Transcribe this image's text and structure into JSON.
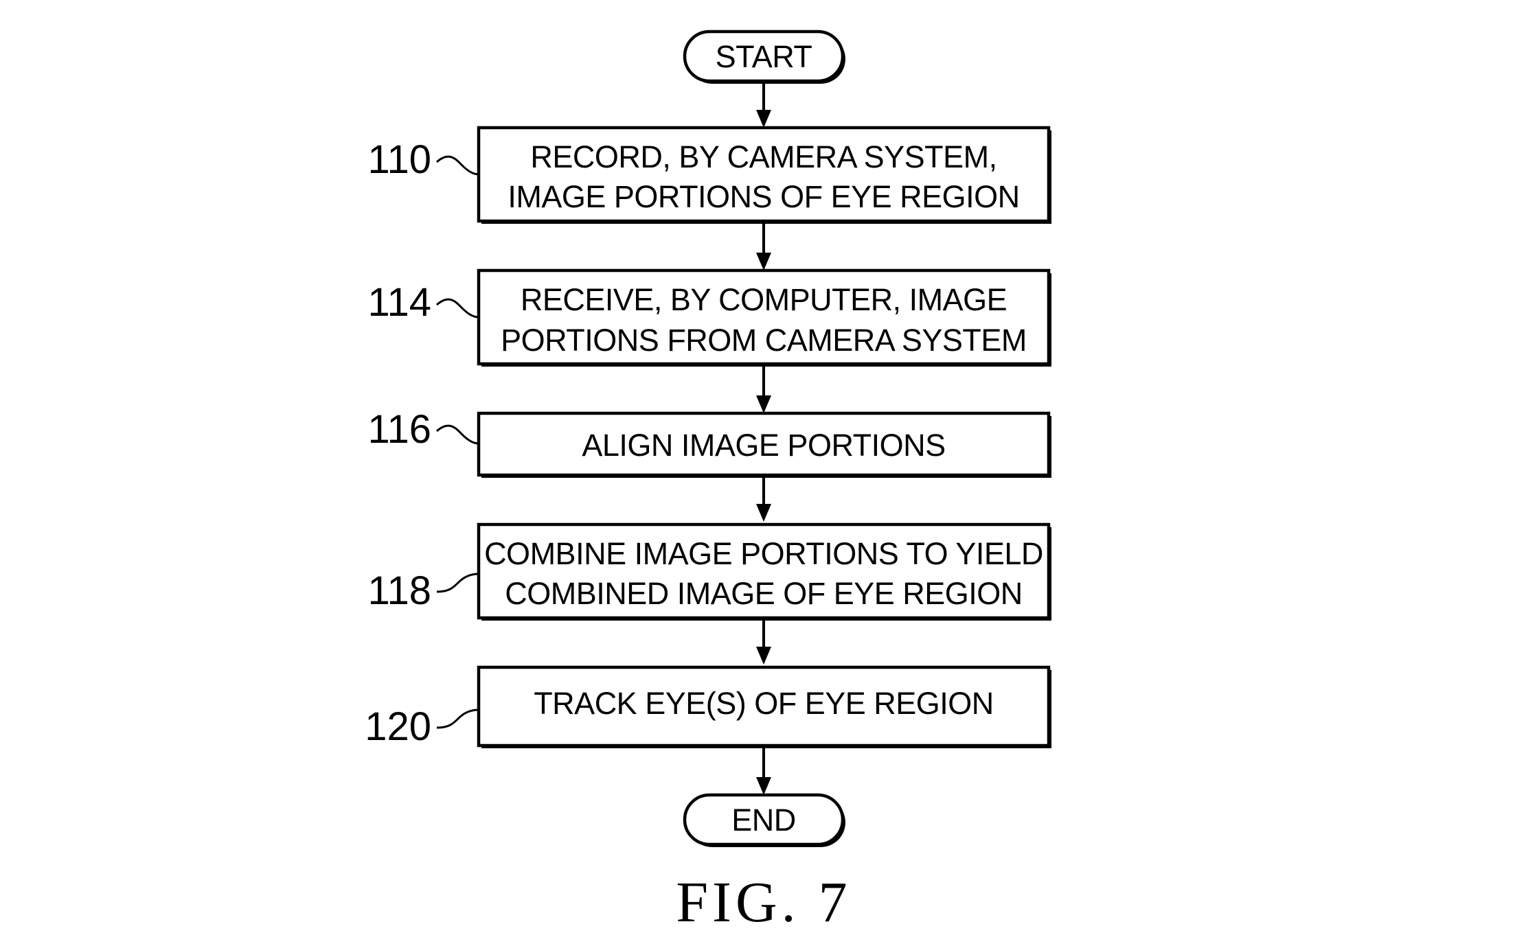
{
  "figure": {
    "caption": "FIG. 7"
  },
  "flowchart": {
    "start": "START",
    "end": "END",
    "steps": [
      {
        "ref": "110",
        "lines": [
          "RECORD, BY CAMERA SYSTEM,",
          "IMAGE PORTIONS OF EYE REGION"
        ]
      },
      {
        "ref": "114",
        "lines": [
          "RECEIVE, BY COMPUTER, IMAGE",
          "PORTIONS FROM CAMERA SYSTEM"
        ]
      },
      {
        "ref": "116",
        "lines": [
          "ALIGN IMAGE PORTIONS"
        ]
      },
      {
        "ref": "118",
        "lines": [
          "COMBINE IMAGE PORTIONS TO YIELD",
          "COMBINED IMAGE OF EYE REGION"
        ]
      },
      {
        "ref": "120",
        "lines": [
          "TRACK EYE(S) OF EYE REGION"
        ]
      }
    ]
  }
}
